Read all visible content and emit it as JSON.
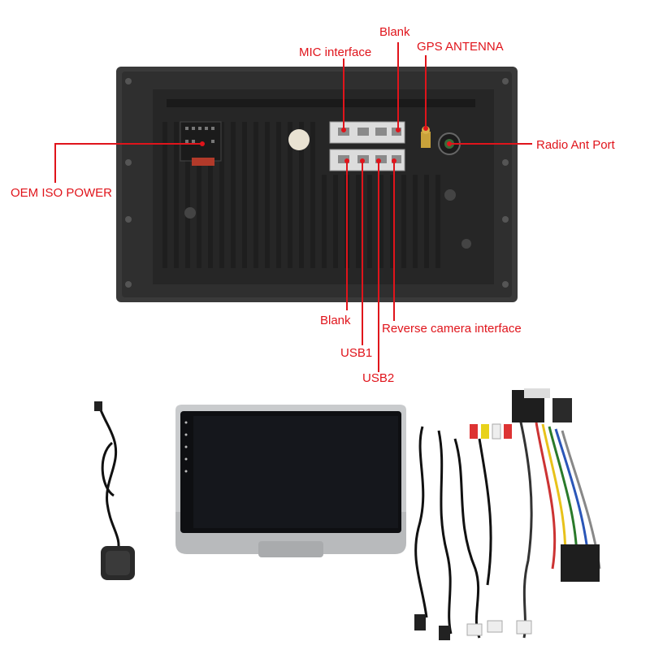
{
  "labels": {
    "mic_interface": "MIC interface",
    "blank_top": "Blank",
    "gps_antenna": "GPS ANTENNA",
    "radio_ant_port": "Radio Ant Port",
    "oem_iso_power": "OEM ISO POWER",
    "blank_bottom": "Blank",
    "usb1": "USB1",
    "usb2": "USB2",
    "reverse_camera": "Reverse camera interface"
  },
  "colors": {
    "accent": "#e0141b",
    "chassis": "#2b2b2b",
    "bezel": "#c9cbcd"
  }
}
